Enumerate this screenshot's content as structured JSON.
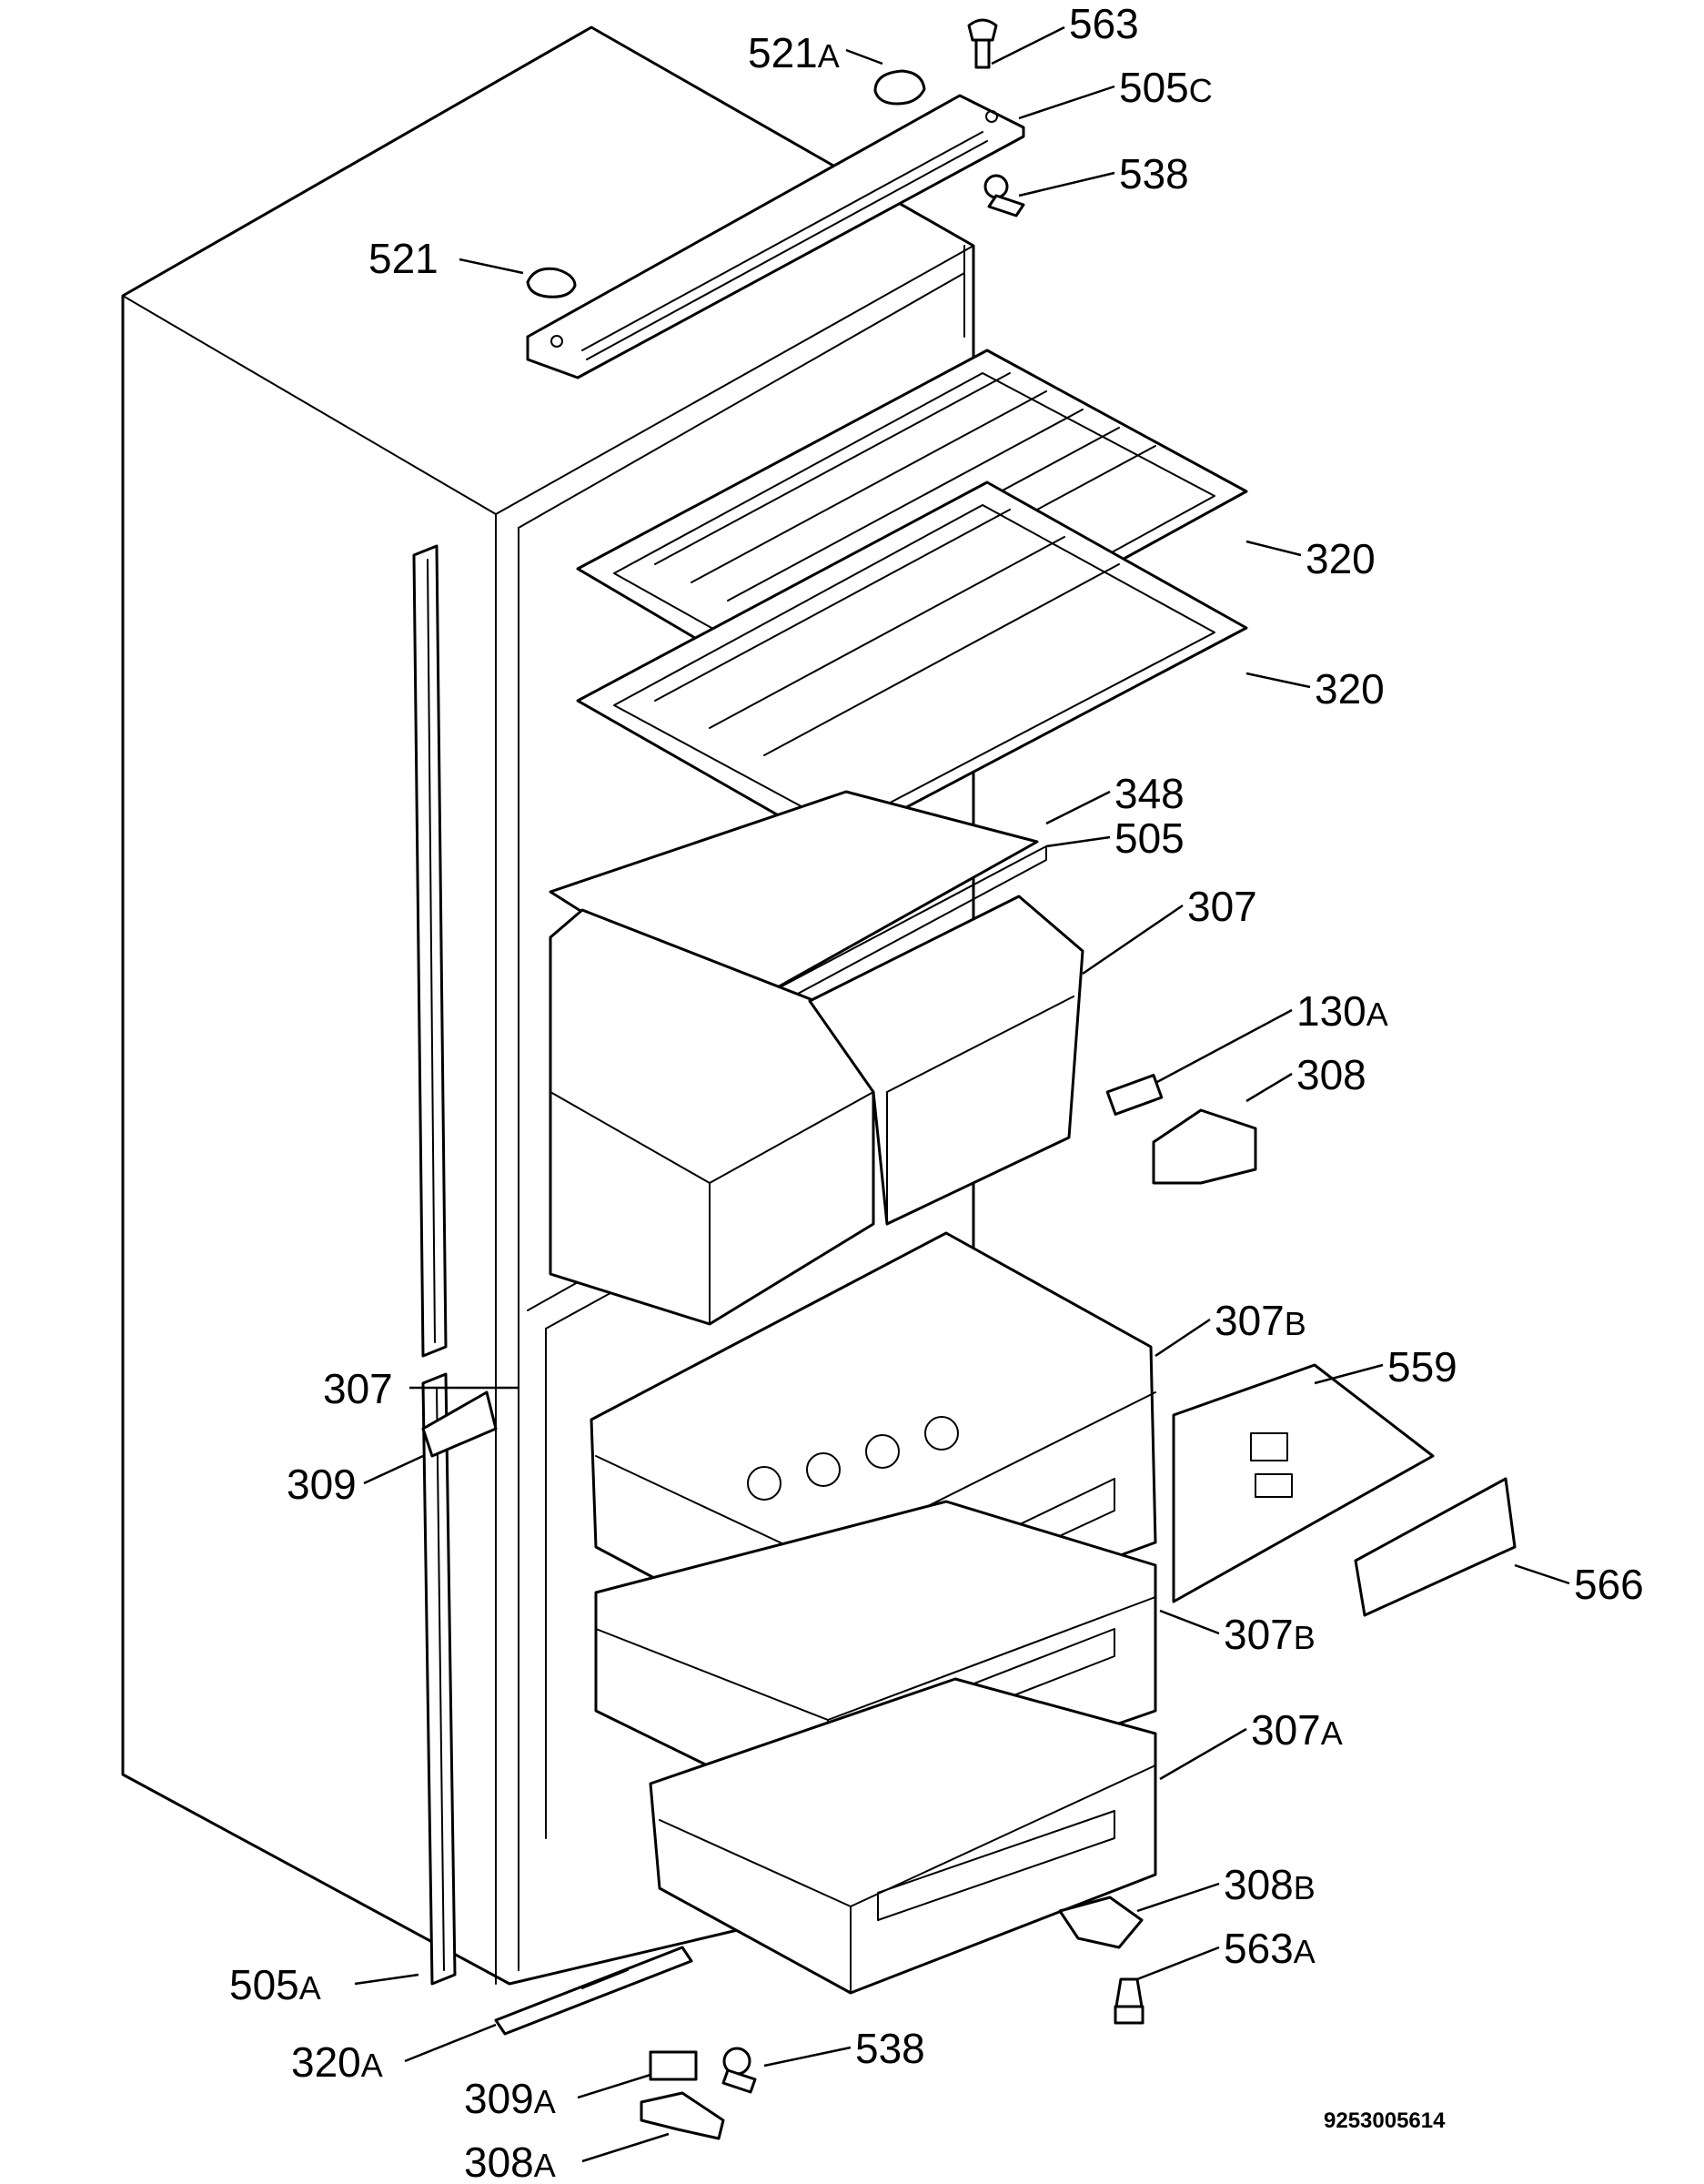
{
  "callouts": [
    {
      "num": "563",
      "sfx": ""
    },
    {
      "num": "521",
      "sfx": "A"
    },
    {
      "num": "505",
      "sfx": "C"
    },
    {
      "num": "538",
      "sfx": ""
    },
    {
      "num": "521",
      "sfx": ""
    },
    {
      "num": "320",
      "sfx": ""
    },
    {
      "num": "320",
      "sfx": ""
    },
    {
      "num": "348",
      "sfx": ""
    },
    {
      "num": "505",
      "sfx": ""
    },
    {
      "num": "307",
      "sfx": ""
    },
    {
      "num": "130",
      "sfx": "A"
    },
    {
      "num": "308",
      "sfx": ""
    },
    {
      "num": "307",
      "sfx": "B"
    },
    {
      "num": "559",
      "sfx": ""
    },
    {
      "num": "307",
      "sfx": ""
    },
    {
      "num": "309",
      "sfx": ""
    },
    {
      "num": "566",
      "sfx": ""
    },
    {
      "num": "307",
      "sfx": "B"
    },
    {
      "num": "307",
      "sfx": "A"
    },
    {
      "num": "308",
      "sfx": "B"
    },
    {
      "num": "563",
      "sfx": "A"
    },
    {
      "num": "505",
      "sfx": "A"
    },
    {
      "num": "320",
      "sfx": "A"
    },
    {
      "num": "538",
      "sfx": ""
    },
    {
      "num": "309",
      "sfx": "A"
    },
    {
      "num": "308",
      "sfx": "A"
    }
  ],
  "reference_number": "9253005614"
}
